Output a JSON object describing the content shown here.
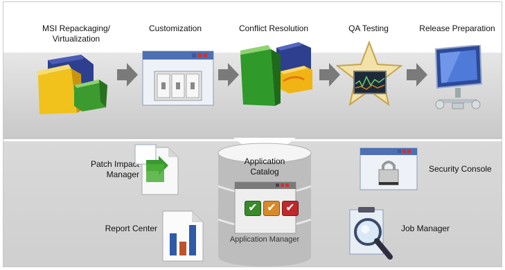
{
  "stages": [
    {
      "label": "MSI Repackaging/\nVirtualization",
      "icon": "package-icon"
    },
    {
      "label": "Customization",
      "icon": "window-switches-icon"
    },
    {
      "label": "Conflict Resolution",
      "icon": "boxes-conflict-icon"
    },
    {
      "label": "QA Testing",
      "icon": "star-monitor-icon"
    },
    {
      "label": "Release Preparation",
      "icon": "monitor-network-icon"
    }
  ],
  "tools": {
    "patch_impact": "Patch Impact\nManager",
    "report_center": "Report Center",
    "security_console": "Security Console",
    "job_manager": "Job Manager"
  },
  "catalog": {
    "title": "Application\nCatalog",
    "manager": "Application Manager"
  },
  "colors": {
    "check_green": "#3a8a2a",
    "check_orange": "#d88a2a",
    "check_red": "#c0282c",
    "band_gray": "#cfcfcf"
  }
}
